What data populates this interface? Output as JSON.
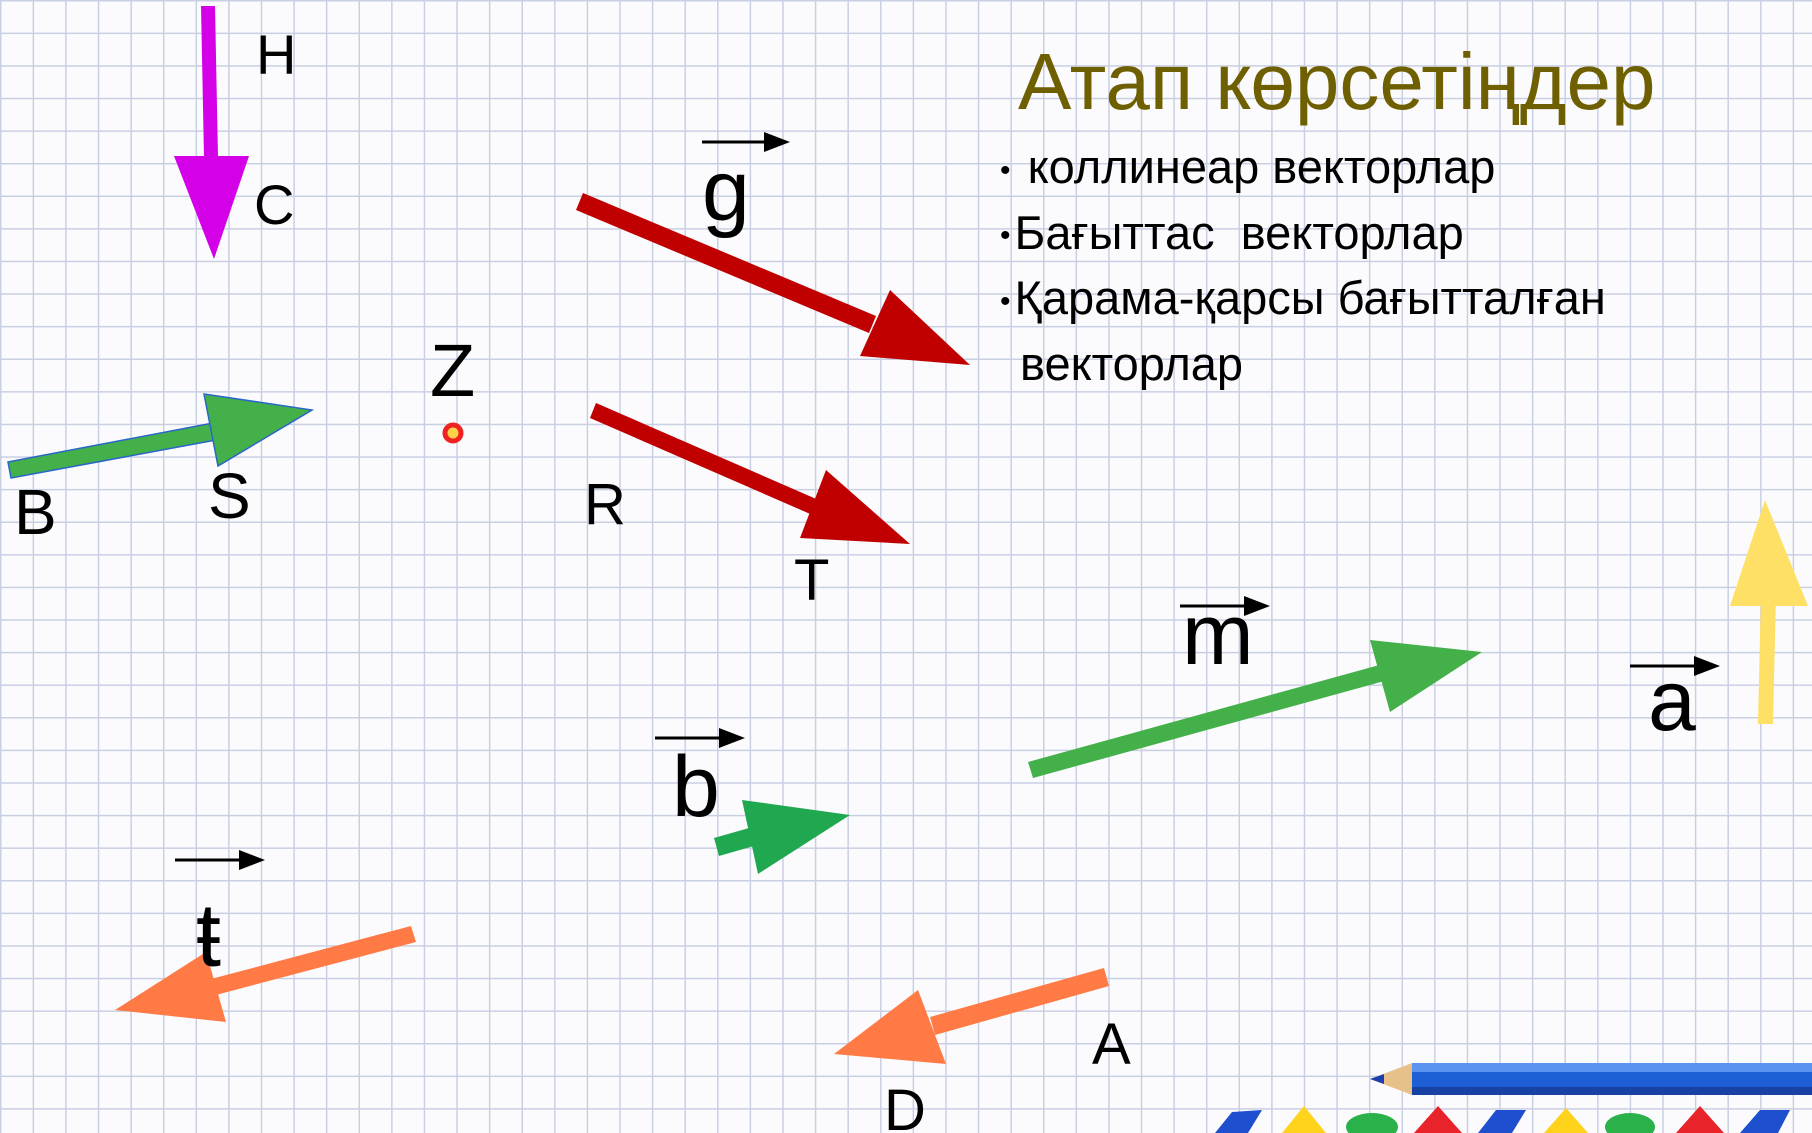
{
  "title": "Атап көрсетіңдер",
  "tasks": [
    "коллинеар векторлар",
    "Бағыттас  векторлар",
    "Қарама-қарсы бағытталған",
    "векторлар"
  ],
  "bullet": "•",
  "points": {
    "H": "H",
    "C": "C",
    "Z": "Z",
    "B": "B",
    "S": "S",
    "R": "R",
    "T": "T",
    "A": "A",
    "D": "D"
  },
  "vector_names": {
    "g": "g",
    "m": "m",
    "a": "a",
    "b": "b",
    "t": "ŧ"
  },
  "colors": {
    "title": "#6e6000",
    "magenta_vector": "#d400e8",
    "red_vector": "#c00000",
    "green_vector": "#44b04a",
    "yellow_vector": "#ffe066",
    "orange_vector": "#ff7a45",
    "point_Z": "#ee2222"
  }
}
